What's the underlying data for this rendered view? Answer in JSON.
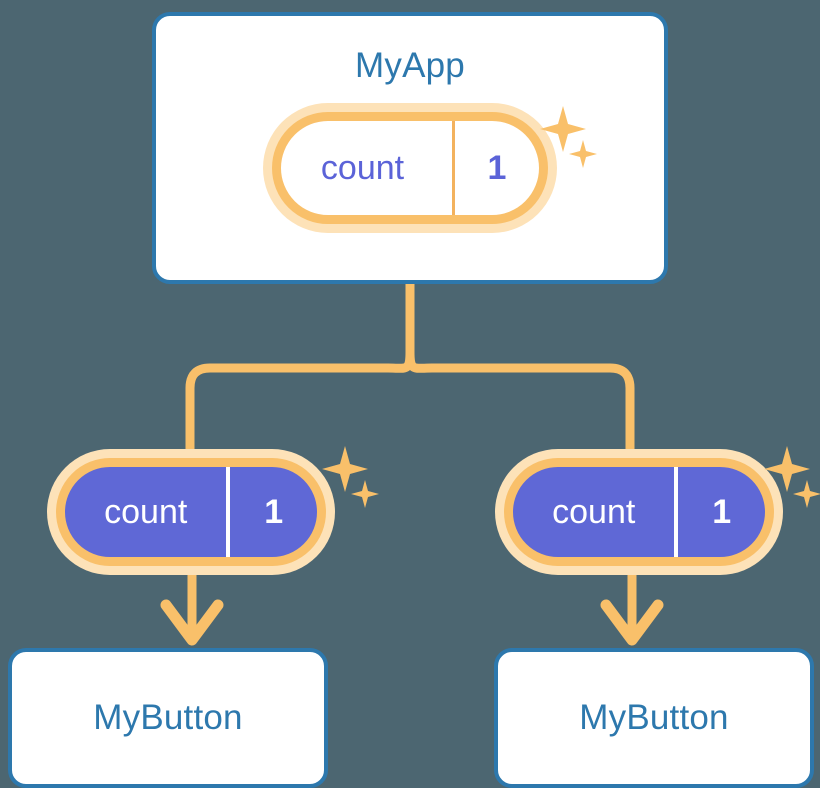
{
  "diagram": {
    "title": "React state lifted to MyApp and passed down to two MyButton children",
    "background_color": "#4c6671",
    "accent_colors": {
      "card_border_blue": "#2d78ad",
      "card_text_blue": "#2d78ad",
      "state_orange": "#f9c06a",
      "state_orange_halo": "#fde2b8",
      "state_purple": "#5f68d6",
      "card_background": "#ffffff"
    }
  },
  "parent": {
    "card_name": "MyApp",
    "state": {
      "key": "count",
      "value": "1",
      "sparkle_large": "sparkle-icon",
      "sparkle_small": "sparkle-icon"
    }
  },
  "children": [
    {
      "id": "left",
      "card_name": "MyButton",
      "props": {
        "key": "count",
        "value": "1",
        "sparkle_large": "sparkle-icon",
        "sparkle_small": "sparkle-icon"
      }
    },
    {
      "id": "right",
      "card_name": "MyButton",
      "props": {
        "key": "count",
        "value": "1",
        "sparkle_large": "sparkle-icon",
        "sparkle_small": "sparkle-icon"
      }
    }
  ],
  "connectors": {
    "branch_color": "#f9c06a",
    "arrow_color": "#f9c06a",
    "branch_label": "state-flows-down",
    "arrow_label": "props-arrow"
  }
}
